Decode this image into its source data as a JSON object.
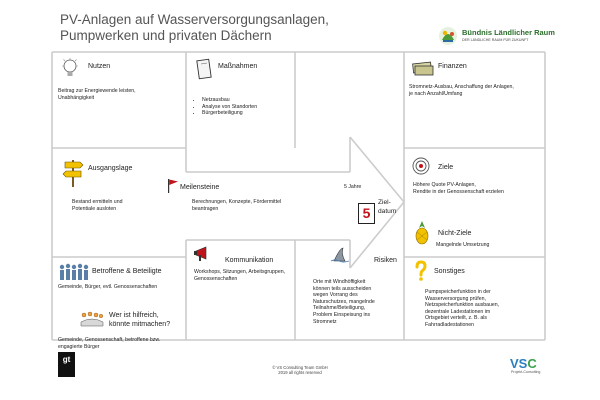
{
  "title": {
    "line1": "PV-Anlagen auf Wasserversorgungsanlagen,",
    "line2": "Pumpwerken und privaten Dächern"
  },
  "logo": {
    "name": "Bündnis Ländlicher Raum",
    "tagline": "DER LÄNDLICHE RAUM FÜR ZUKUNFT"
  },
  "panels": {
    "nutzen": {
      "title": "Nutzen",
      "text": [
        "Beitrag zur Energiewende leisten,",
        "Unabhängigkeit"
      ]
    },
    "massnahmen": {
      "title": "Maßnahmen",
      "items": [
        "Netzausbau",
        "Analyse von Standorten",
        "Bürgerbeteiligung"
      ]
    },
    "finanzen": {
      "title": "Finanzen",
      "text": [
        "Stromnetz-Ausbau, Anschaffung der Anlagen,",
        "je nach Anzahl/Umfang"
      ]
    },
    "ausgangslage": {
      "title": "Ausgangslage",
      "text": [
        "Bestand ermitteln und",
        "Potentiale ausloten"
      ]
    },
    "meilensteine": {
      "title": "Meilensteine",
      "text": [
        "Berechnungen, Konzepte, Fördermittel",
        "beantragen"
      ]
    },
    "zieldatum": {
      "years": "5 Jahre",
      "number": "5",
      "label_line1": "Ziel-",
      "label_line2": "datum"
    },
    "ziele": {
      "title": "Ziele",
      "text": [
        "Höhere Quote PV-Anlagen,",
        "Rendite in der Genossenschaft erzielen"
      ]
    },
    "nicht_ziele": {
      "title": "Nicht-Ziele",
      "text": [
        "Mangelnde Umsetzung"
      ]
    },
    "kommunikation": {
      "title": "Kommunikation",
      "text": [
        "Workshops, Sitzungen, Arbeitsgruppen,",
        "Genossenschaften"
      ]
    },
    "risiken": {
      "title": "Risiken",
      "text": [
        "Orte mit Windhöffigkeit",
        "können teils ausscheiden",
        "wegen Vorrang des",
        "Naturschutzes, mangelnde",
        "Teilnahme/Beteiligung,",
        "Problem Einspeisung ins",
        "Stromnetz"
      ]
    },
    "betroffene": {
      "title": "Betroffene & Beteiligte",
      "text": [
        "Gemeinde, Bürger, evtl. Genossenschaften"
      ]
    },
    "hilfreich": {
      "title_line1": "Wer ist hilfreich,",
      "title_line2": "könnte mitmachen?",
      "text": [
        "Gemeinde, Genossenschaft, betroffene bzw.",
        "engagierte Bürger"
      ]
    },
    "sonstiges": {
      "title": "Sonstiges",
      "text": [
        "Pumpspeicherfunktion in der",
        "Wasserversorgung prüfen,",
        "Netzspeicherfunktion ausbauen,",
        "dezentrale Ladestationen im",
        "Ortsgebiet verteilt, z. B. als",
        "Fahrradladestationen"
      ]
    }
  },
  "footer": {
    "line1": "© VS Consulting Team GmbH",
    "line2": "2019 all rights reserved",
    "left_logo": "gt",
    "right_logo_main": "VS",
    "right_logo_accent": "C",
    "right_logo_sub": "Projekt-Consulting"
  },
  "colors": {
    "frame_lines": "#cccccc",
    "milestone_flag": "#c0141b",
    "calendar_number": "#c0141b",
    "logo_green": "#2a6e2a",
    "vsc_blue": "#2b7fbf",
    "vsc_green": "#3aa14a"
  },
  "icons": [
    "lightbulb-icon",
    "notebook-icon",
    "money-icon",
    "signpost-icon",
    "flag-icon",
    "calendar-icon",
    "target-icon",
    "pineapple-icon",
    "megaphone-icon",
    "shark-fin-icon",
    "people-icon",
    "helpers-icon",
    "question-mark-icon"
  ]
}
